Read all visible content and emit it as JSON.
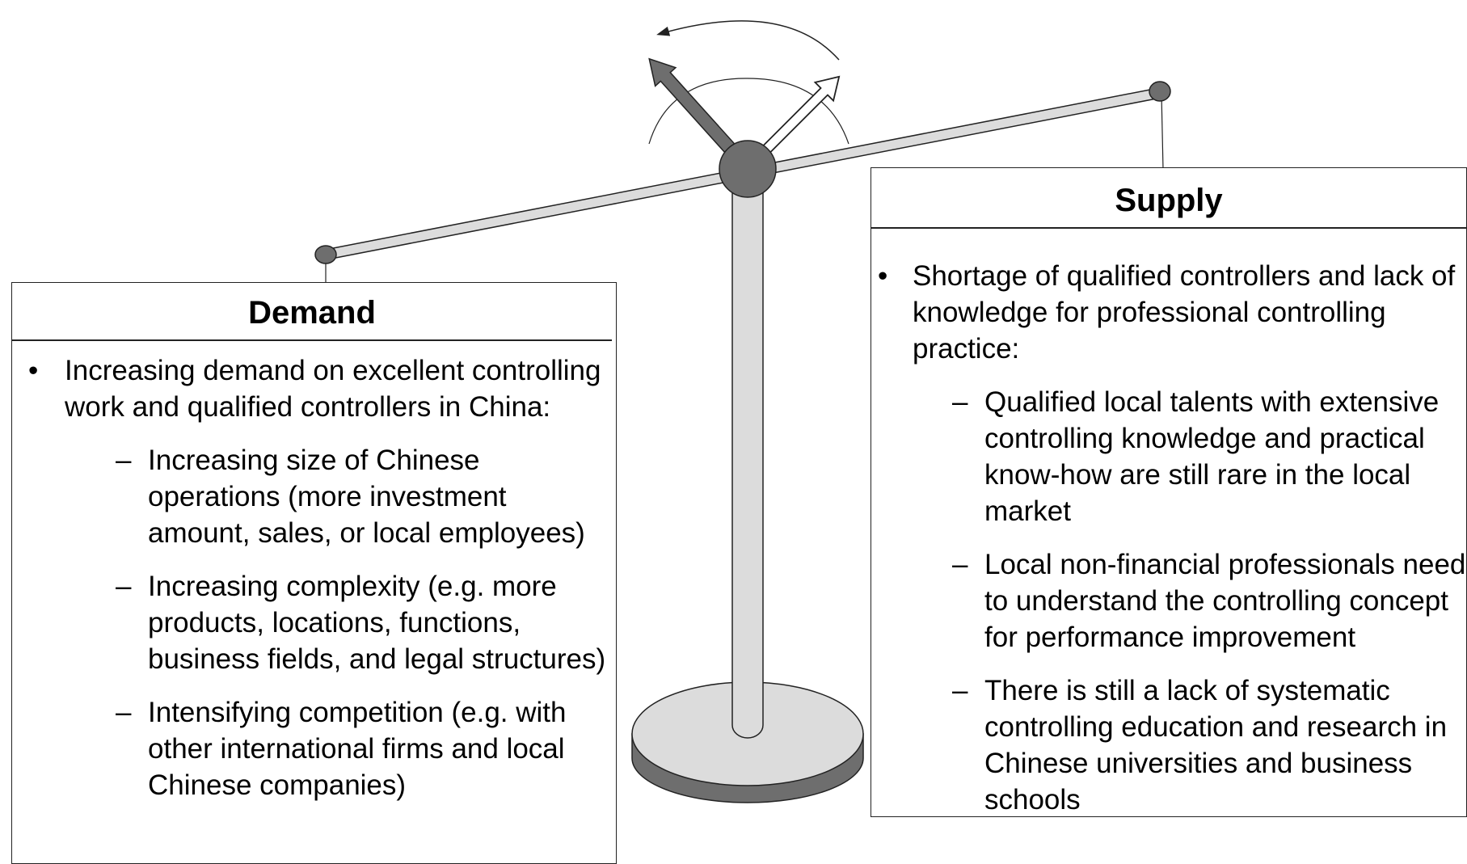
{
  "demand": {
    "title": "Demand",
    "items": [
      {
        "text": "Increasing demand on excellent controlling work and qualified controllers in China:",
        "subitems": [
          "Increasing size of Chinese operations (more investment amount, sales, or local employees)",
          "Increasing complexity (e.g. more products, locations, functions, business fields, and legal structures)",
          "Intensifying competition (e.g. with other international firms and local Chinese companies)"
        ]
      }
    ]
  },
  "supply": {
    "title": "Supply",
    "items": [
      {
        "text": "Shortage of qualified controllers and lack of knowledge for professional controlling practice:",
        "subitems": [
          "Qualified local talents with extensive controlling knowledge and practical know-how are still rare in the local market",
          "Local non-financial professionals need to understand the controlling concept for performance improvement",
          "There is still a lack of systematic controlling education and research in Chinese universities and business schools"
        ]
      }
    ]
  },
  "colors": {
    "metal_dark": "#6e6e6e",
    "metal_light": "#dcdcdc",
    "outline": "#222222",
    "background": "#ffffff"
  }
}
